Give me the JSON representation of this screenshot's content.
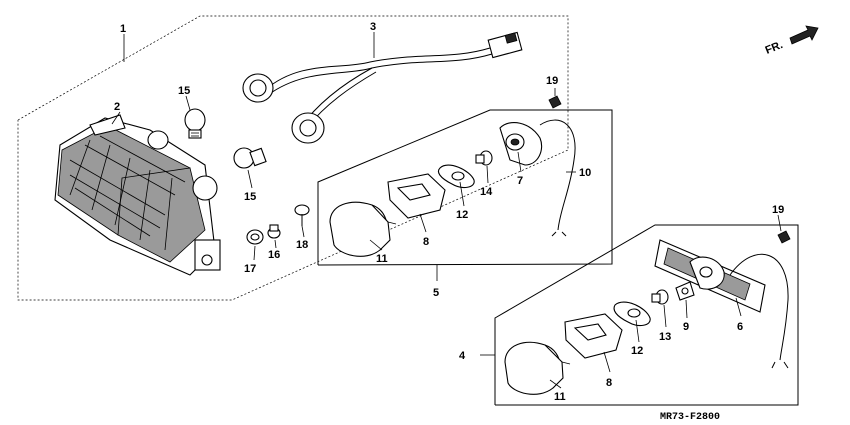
{
  "diagram_code": "MR73-F2800",
  "direction_label": "FR.",
  "callouts": {
    "c1": "1",
    "c2": "2",
    "c3": "3",
    "c4": "4",
    "c5": "5",
    "c6": "6",
    "c7a": "7",
    "c8a": "8",
    "c8b": "8",
    "c9": "9",
    "c10": "10",
    "c11a": "11",
    "c11b": "11",
    "c12a": "12",
    "c12b": "12",
    "c13": "13",
    "c14": "14",
    "c15a": "15",
    "c15b": "15",
    "c16": "16",
    "c17": "17",
    "c18": "18",
    "c19a": "19",
    "c19b": "19"
  }
}
